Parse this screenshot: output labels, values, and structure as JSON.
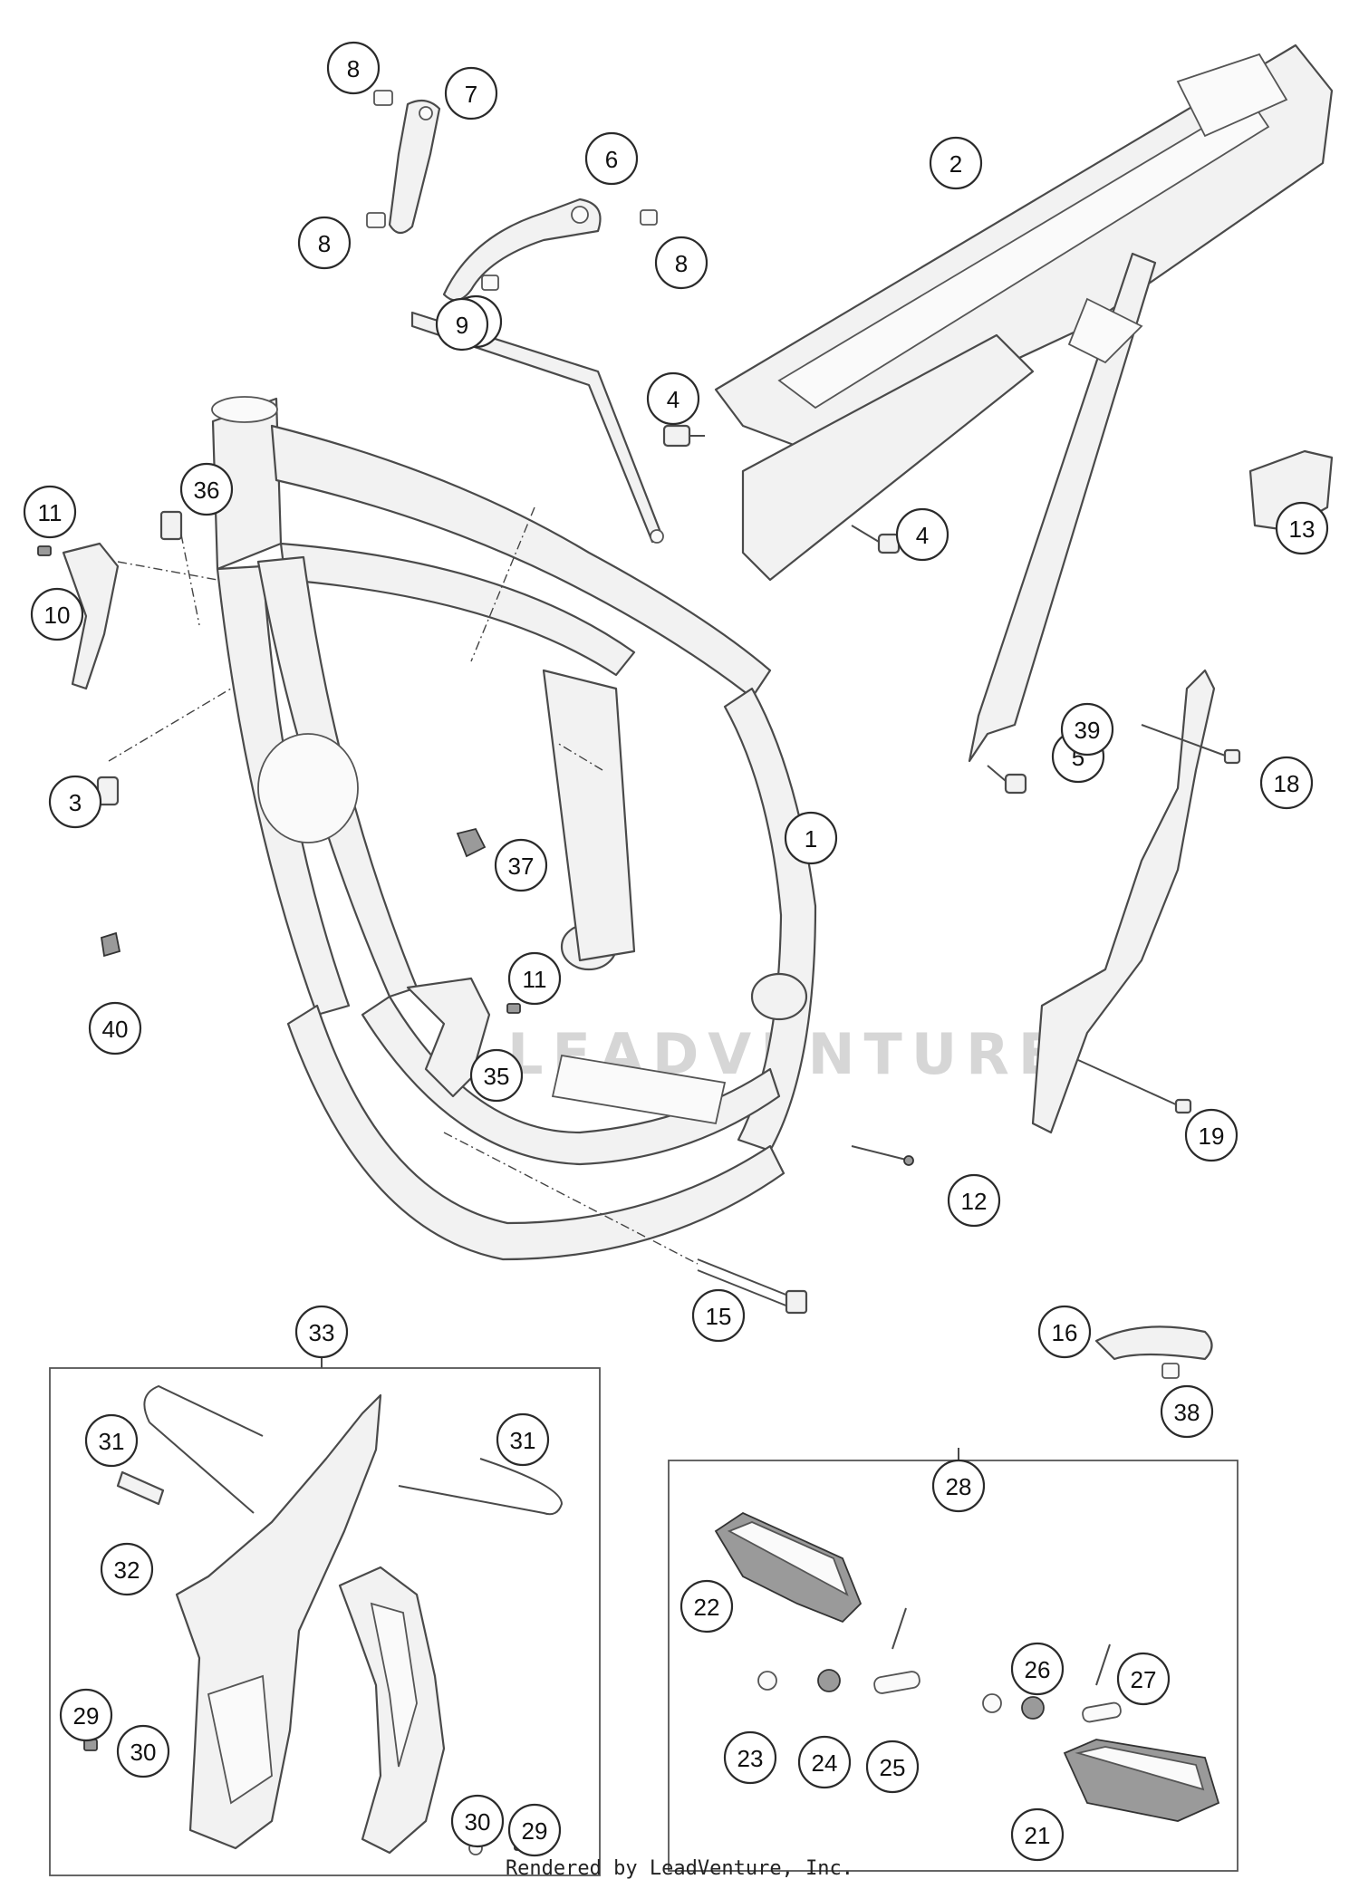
{
  "footer_text": "Rendered by LeadVenture, Inc.",
  "watermark_text": "LEADVENTURE",
  "callouts": [
    {
      "id": "c1",
      "label": "1"
    },
    {
      "id": "c2",
      "label": "2"
    },
    {
      "id": "c3",
      "label": "3"
    },
    {
      "id": "c4a",
      "label": "4"
    },
    {
      "id": "c4b",
      "label": "4"
    },
    {
      "id": "c5",
      "label": "5"
    },
    {
      "id": "c6",
      "label": "6"
    },
    {
      "id": "c7",
      "label": "7"
    },
    {
      "id": "c8a",
      "label": "8"
    },
    {
      "id": "c8b",
      "label": "8"
    },
    {
      "id": "c8c",
      "label": "8"
    },
    {
      "id": "c8d",
      "label": "8"
    },
    {
      "id": "c9",
      "label": "9"
    },
    {
      "id": "c10",
      "label": "10"
    },
    {
      "id": "c11a",
      "label": "11"
    },
    {
      "id": "c11b",
      "label": "11"
    },
    {
      "id": "c12",
      "label": "12"
    },
    {
      "id": "c13",
      "label": "13"
    },
    {
      "id": "c15",
      "label": "15"
    },
    {
      "id": "c16",
      "label": "16"
    },
    {
      "id": "c18",
      "label": "18"
    },
    {
      "id": "c19",
      "label": "19"
    },
    {
      "id": "c21",
      "label": "21"
    },
    {
      "id": "c22",
      "label": "22"
    },
    {
      "id": "c23",
      "label": "23"
    },
    {
      "id": "c24",
      "label": "24"
    },
    {
      "id": "c25",
      "label": "25"
    },
    {
      "id": "c26",
      "label": "26"
    },
    {
      "id": "c27",
      "label": "27"
    },
    {
      "id": "c28",
      "label": "28"
    },
    {
      "id": "c29a",
      "label": "29"
    },
    {
      "id": "c29b",
      "label": "29"
    },
    {
      "id": "c30a",
      "label": "30"
    },
    {
      "id": "c30b",
      "label": "30"
    },
    {
      "id": "c31a",
      "label": "31"
    },
    {
      "id": "c31b",
      "label": "31"
    },
    {
      "id": "c32",
      "label": "32"
    },
    {
      "id": "c33",
      "label": "33"
    },
    {
      "id": "c35",
      "label": "35"
    },
    {
      "id": "c36",
      "label": "36"
    },
    {
      "id": "c37",
      "label": "37"
    },
    {
      "id": "c38",
      "label": "38"
    },
    {
      "id": "c39",
      "label": "39"
    },
    {
      "id": "c40",
      "label": "40"
    }
  ]
}
